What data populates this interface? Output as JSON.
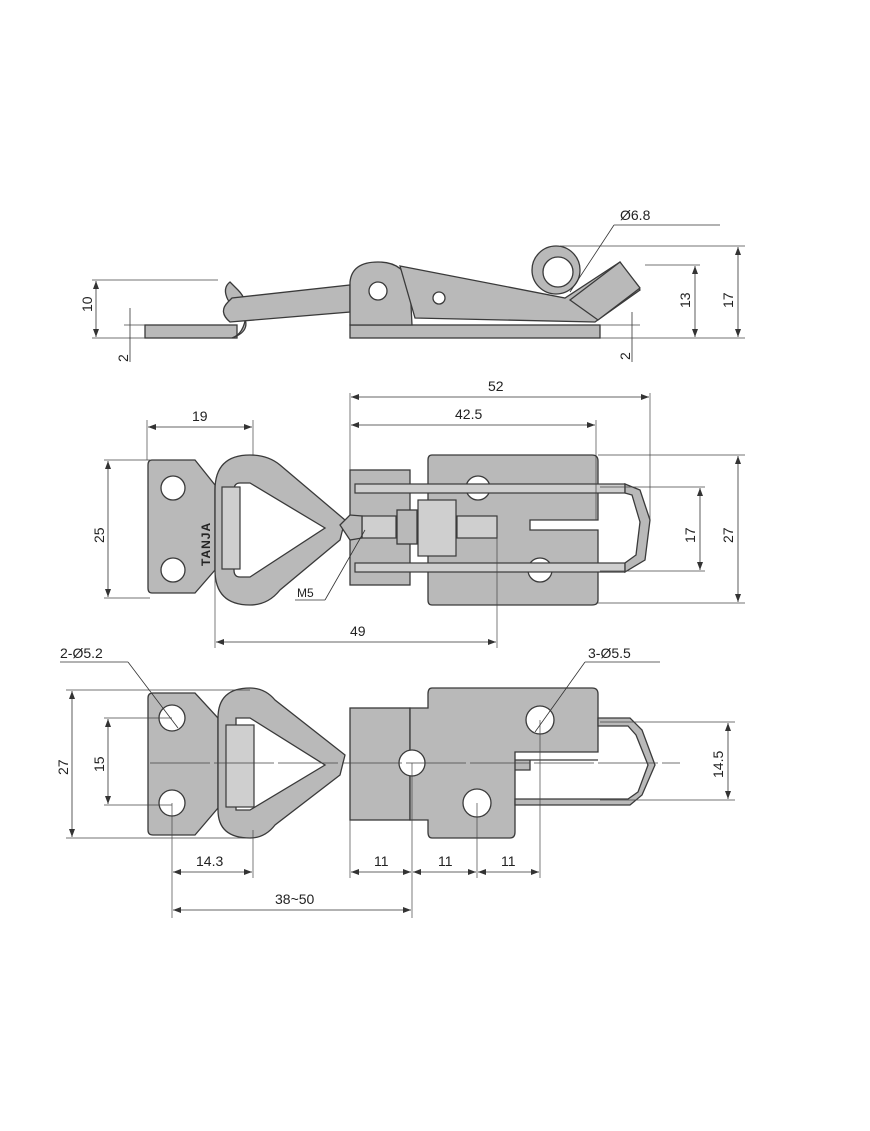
{
  "side_view": {
    "diameter_ring": "Ø6.8",
    "height_hook": "10",
    "plate_thickness_left": "2",
    "plate_thickness_right": "2",
    "height_lever": "13",
    "height_total": "17"
  },
  "top_view": {
    "brand": "TANJA",
    "length_total": "52",
    "length_bail": "42.5",
    "width_strike": "19",
    "height_strike": "25",
    "bail_width": "17",
    "base_width": "27",
    "thread": "M5",
    "reach": "49"
  },
  "bottom_view": {
    "strike_holes": "2-Ø5.2",
    "base_holes": "3-Ø5.5",
    "strike_height": "27",
    "strike_hole_spacing": "15",
    "bail_span": "14.5",
    "strike_offset": "14.3",
    "pitch_1": "11",
    "pitch_2": "11",
    "pitch_3": "11",
    "adjust_range": "38~50"
  },
  "colors": {
    "part": "#b9b9b9",
    "line": "#333333"
  }
}
